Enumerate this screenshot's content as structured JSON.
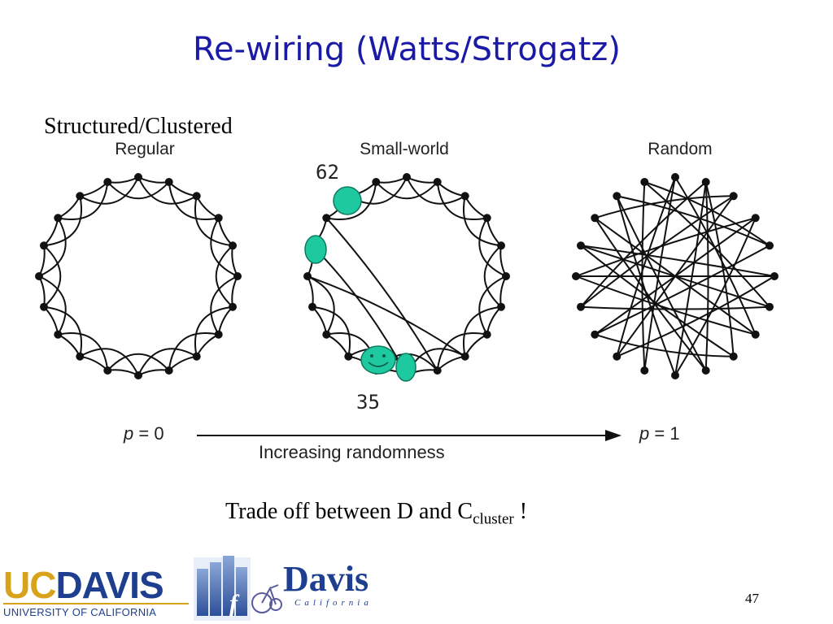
{
  "slide": {
    "title": "Re-wiring (Watts/Strogatz)",
    "page_number": "47"
  },
  "annotations": {
    "structured_label": "Structured/Clustered",
    "node_label_top": "62",
    "node_label_bottom": "35",
    "tradeoff_prefix": "Trade off between D and C",
    "tradeoff_subscript": "cluster",
    "tradeoff_suffix": " !"
  },
  "figure": {
    "panels": [
      {
        "label": "Regular"
      },
      {
        "label": "Small-world"
      },
      {
        "label": "Random"
      }
    ],
    "p_start": {
      "var": "p",
      "eq": " = 0"
    },
    "p_end": {
      "var": "p",
      "eq": " = 1"
    },
    "axis_caption": "Increasing randomness"
  },
  "logos": {
    "ucdavis_word_uc": "UC",
    "ucdavis_word_davis": "DAVIS",
    "ucdavis_subtitle": "UNIVERSITY OF CALIFORNIA",
    "davis_city_word": "Davis",
    "davis_city_sub": "California"
  },
  "colors": {
    "title": "#1a1aa6",
    "highlight_node": "#1fc9a0",
    "ucdavis_blue": "#1e3f8f",
    "ucdavis_gold": "#d9a21b"
  }
}
